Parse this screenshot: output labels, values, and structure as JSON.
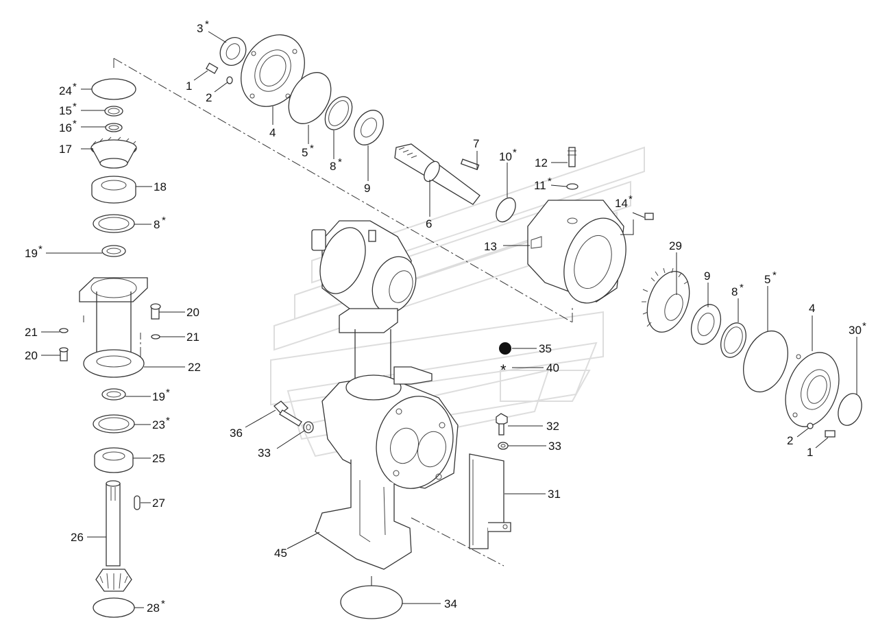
{
  "labels": [
    {
      "id": "callout-3",
      "num": "3",
      "star": true
    },
    {
      "id": "callout-1-top",
      "num": "1",
      "star": false
    },
    {
      "id": "callout-2-top",
      "num": "2",
      "star": false
    },
    {
      "id": "callout-4-top",
      "num": "4",
      "star": false
    },
    {
      "id": "callout-5-top",
      "num": "5",
      "star": true
    },
    {
      "id": "callout-8-top",
      "num": "8",
      "star": true
    },
    {
      "id": "callout-9-top",
      "num": "9",
      "star": false
    },
    {
      "id": "callout-6",
      "num": "6",
      "star": false
    },
    {
      "id": "callout-7",
      "num": "7",
      "star": false
    },
    {
      "id": "callout-10",
      "num": "10",
      "star": true
    },
    {
      "id": "callout-12",
      "num": "12",
      "star": false
    },
    {
      "id": "callout-11",
      "num": "11",
      "star": true
    },
    {
      "id": "callout-14",
      "num": "14",
      "star": true
    },
    {
      "id": "callout-13",
      "num": "13",
      "star": false
    },
    {
      "id": "callout-29",
      "num": "29",
      "star": false
    },
    {
      "id": "callout-9-right",
      "num": "9",
      "star": false
    },
    {
      "id": "callout-8-right",
      "num": "8",
      "star": true
    },
    {
      "id": "callout-5-right",
      "num": "5",
      "star": true
    },
    {
      "id": "callout-4-right",
      "num": "4",
      "star": false
    },
    {
      "id": "callout-30",
      "num": "30",
      "star": true
    },
    {
      "id": "callout-2-right",
      "num": "2",
      "star": false
    },
    {
      "id": "callout-1-right",
      "num": "1",
      "star": false
    },
    {
      "id": "callout-24",
      "num": "24",
      "star": true
    },
    {
      "id": "callout-15",
      "num": "15",
      "star": true
    },
    {
      "id": "callout-16",
      "num": "16",
      "star": true
    },
    {
      "id": "callout-17",
      "num": "17",
      "star": false
    },
    {
      "id": "callout-18",
      "num": "18",
      "star": false
    },
    {
      "id": "callout-8-left",
      "num": "8",
      "star": true
    },
    {
      "id": "callout-19-top",
      "num": "19",
      "star": true
    },
    {
      "id": "callout-20-right",
      "num": "20",
      "star": false
    },
    {
      "id": "callout-21-left",
      "num": "21",
      "star": false
    },
    {
      "id": "callout-21-right",
      "num": "21",
      "star": false
    },
    {
      "id": "callout-20-left",
      "num": "20",
      "star": false
    },
    {
      "id": "callout-22",
      "num": "22",
      "star": false
    },
    {
      "id": "callout-19-bottom",
      "num": "19",
      "star": true
    },
    {
      "id": "callout-23",
      "num": "23",
      "star": true
    },
    {
      "id": "callout-25",
      "num": "25",
      "star": false
    },
    {
      "id": "callout-27",
      "num": "27",
      "star": false
    },
    {
      "id": "callout-26",
      "num": "26",
      "star": false
    },
    {
      "id": "callout-28",
      "num": "28",
      "star": true
    },
    {
      "id": "callout-36",
      "num": "36",
      "star": false
    },
    {
      "id": "callout-33-left",
      "num": "33",
      "star": false
    },
    {
      "id": "callout-32",
      "num": "32",
      "star": false
    },
    {
      "id": "callout-33-right",
      "num": "33",
      "star": false
    },
    {
      "id": "callout-31",
      "num": "31",
      "star": false
    },
    {
      "id": "callout-45",
      "num": "45",
      "star": false
    },
    {
      "id": "callout-34",
      "num": "34",
      "star": false
    }
  ],
  "legend": [
    {
      "id": "legend-dot",
      "symbol": "●",
      "num": "35"
    },
    {
      "id": "legend-star",
      "symbol": "*",
      "num": "40"
    }
  ]
}
